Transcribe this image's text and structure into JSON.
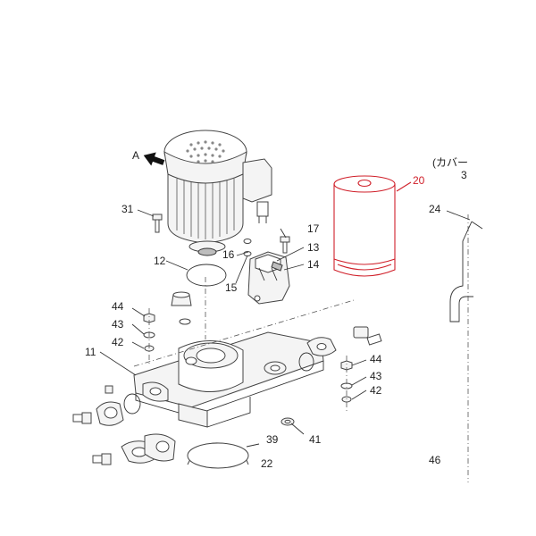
{
  "labels": {
    "view_a": "A",
    "cover_note": "(カバー",
    "cover_note_digit": "3",
    "p20": "20",
    "p24": "24",
    "p31": "31",
    "p17": "17",
    "p13": "13",
    "p14": "14",
    "p16": "16",
    "p12": "12",
    "p15": "15",
    "p44a": "44",
    "p43a": "43",
    "p42a": "42",
    "p11": "11",
    "p44b": "44",
    "p43b": "43",
    "p42b": "42",
    "p41": "41",
    "p39": "39",
    "p22": "22",
    "p46": "46"
  },
  "colors": {
    "highlight": "#d0202a",
    "line": "#333333"
  }
}
